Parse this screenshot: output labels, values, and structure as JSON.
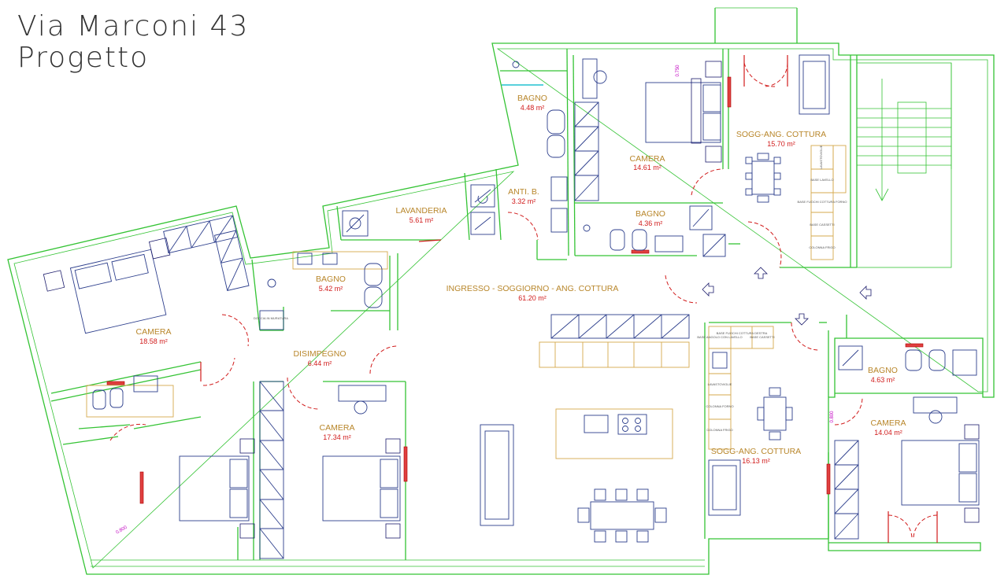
{
  "header": {
    "title_line1": "Via Marconi 43",
    "title_line2": "Progetto"
  },
  "rooms": [
    {
      "id": "bagno-1",
      "name": "BAGNO",
      "area": "4.48 m²"
    },
    {
      "id": "camera-1",
      "name": "CAMERA",
      "area": "14.61 m²"
    },
    {
      "id": "sogg-1",
      "name": "SOGG-ANG. COTTURA",
      "area": "15.70 m²"
    },
    {
      "id": "anti",
      "name": "ANTI. B.",
      "area": "3.32 m²"
    },
    {
      "id": "lavanderia",
      "name": "LAVANDERIA",
      "area": "5.61 m²"
    },
    {
      "id": "bagno-2",
      "name": "BAGNO",
      "area": "4.36 m²"
    },
    {
      "id": "bagno-3",
      "name": "BAGNO",
      "area": "5.42 m²"
    },
    {
      "id": "camera-2",
      "name": "CAMERA",
      "area": "18.58 m²"
    },
    {
      "id": "ingresso",
      "name": "INGRESSO - SOGGIORNO - ANG. COTTURA",
      "area": "61.20 m²"
    },
    {
      "id": "disimpegno",
      "name": "DISIMPEGNO",
      "area": "6.44 m²"
    },
    {
      "id": "camera-3",
      "name": "CAMERA",
      "area": "17.34 m²"
    },
    {
      "id": "bagno-4",
      "name": "BAGNO",
      "area": "4.63 m²"
    },
    {
      "id": "camera-4",
      "name": "CAMERA",
      "area": "14.04 m²"
    },
    {
      "id": "sogg-2",
      "name": "SOGG-ANG. COTTURA",
      "area": "16.13 m²"
    }
  ],
  "small_labels": {
    "doccia": "DOCCIA IN MURATURA",
    "lavastoviglie_1": "LAVASTOVIGLIE",
    "base_lavello": "BASE LAVELLO",
    "base_fuochi_1": "BASE FUOCHI COTTURA FORNO",
    "base_cassetti_1": "BASE CASSETTI",
    "colonna_frigo_1": "COLONNA FRIGO",
    "base_angolo": "BASE ANGOLO CON LAVELLO",
    "base_fuochi_2": "BASE FUOCHI COTTURA DESTRA",
    "base_cassetti_2": "BASE CASSETTI",
    "lavastoviglie_2": "LAVASTOVIGLIE",
    "colonna_forno": "COLONNA FORNO",
    "colonna_frigo_2": "COLONNA FRIGO"
  },
  "dimensions": {
    "d1": "0.750",
    "d2": "0.800",
    "d3": "0.800"
  },
  "colors": {
    "walls": "#34c334",
    "furniture": "#2c3e8c",
    "labels": "#b8862a",
    "areas": "#d11b1b",
    "doors": "#d11b1b"
  }
}
